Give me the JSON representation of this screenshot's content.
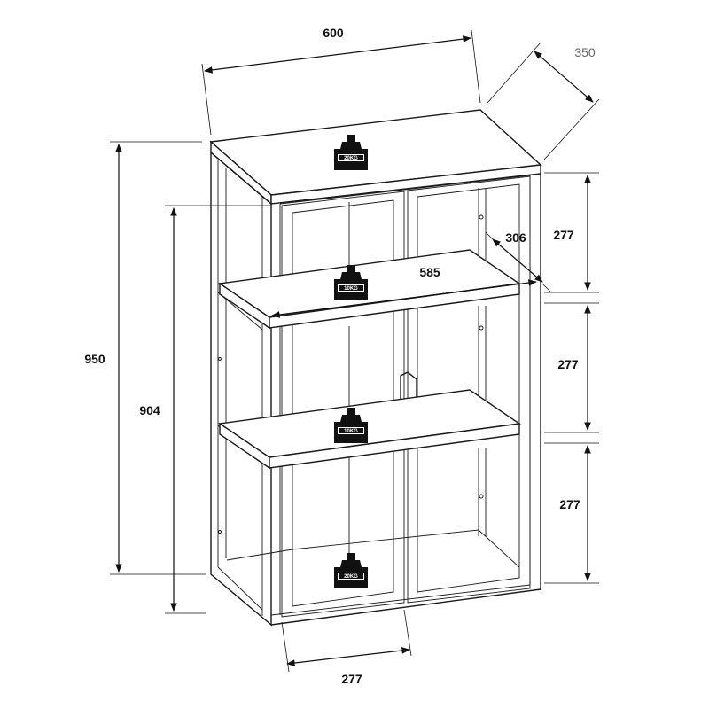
{
  "dimensions": {
    "width": "600",
    "depth": "350",
    "height_total": "950",
    "height_body": "904",
    "inner_width": "585",
    "inner_depth": "306",
    "shelf_spacing_top": "277",
    "shelf_spacing_middle": "277",
    "shelf_spacing_bottom": "277",
    "door_width": "277"
  },
  "load_badges": {
    "top": "20KG",
    "shelf_upper": "10KG",
    "shelf_lower": "10KG",
    "bottom": "20KG"
  },
  "colors": {
    "line": "#1a1a1a",
    "badge": "#111111",
    "depth_label": "#666666"
  }
}
